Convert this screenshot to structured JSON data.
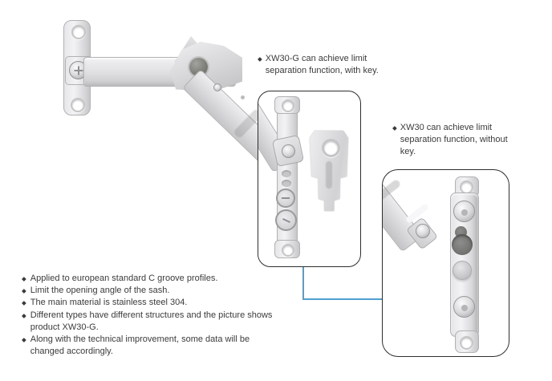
{
  "bullet": "◆",
  "annotations": {
    "with_key": "XW30-G can achieve limit separation function, with key.",
    "without_key": "XW30 can achieve limit separation function, without key."
  },
  "features": [
    "Applied to european standard C groove profiles.",
    "Limit the opening angle of the sash.",
    "The main material is stainless steel 304.",
    "Different types have different structures and the picture shows product XW30-G.",
    "Along with the technical improvement, some data will be changed accordingly."
  ],
  "figures": {
    "main_product": "XW30-G window limiter articulated arm",
    "inset_with_key": "XW30-G track with separation key",
    "inset_without_key": "XW30 track without key"
  },
  "colors": {
    "text": "#3b3b3b",
    "box_border": "#2e2e2e",
    "connector_blue": "#4f9fd2",
    "metal_light": "#f1f1f3",
    "metal_dark": "#c7c7c9"
  }
}
